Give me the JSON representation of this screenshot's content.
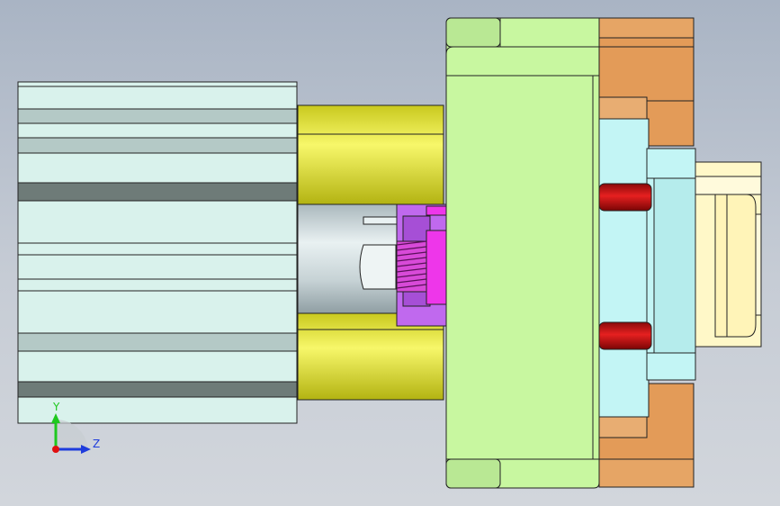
{
  "viewport": {
    "background_top": "#a9b4c4",
    "background_bottom": "#d2d6dc"
  },
  "parts": [
    {
      "name": "aluminum-profile-body",
      "color": "#d9f2ec"
    },
    {
      "name": "yellow-coupling-sleeve",
      "color": "#f2f25a"
    },
    {
      "name": "steel-shaft",
      "color": "#d3dde0"
    },
    {
      "name": "purple-nut",
      "color": "#c069ee"
    },
    {
      "name": "magenta-threaded-insert",
      "color": "#ee36ea"
    },
    {
      "name": "green-mounting-plate",
      "color": "#c8f7a0"
    },
    {
      "name": "orange-bracket",
      "color": "#e39b58"
    },
    {
      "name": "cyan-flange",
      "color": "#c3f5f5"
    },
    {
      "name": "red-bolt",
      "color": "#d21414"
    },
    {
      "name": "cream-end-cap",
      "color": "#fff8c8"
    }
  ],
  "triad": {
    "y_label": "Y",
    "z_label": "Z",
    "y_color": "#1ec81e",
    "z_color": "#1e3cdc",
    "origin_color": "#e01010"
  }
}
